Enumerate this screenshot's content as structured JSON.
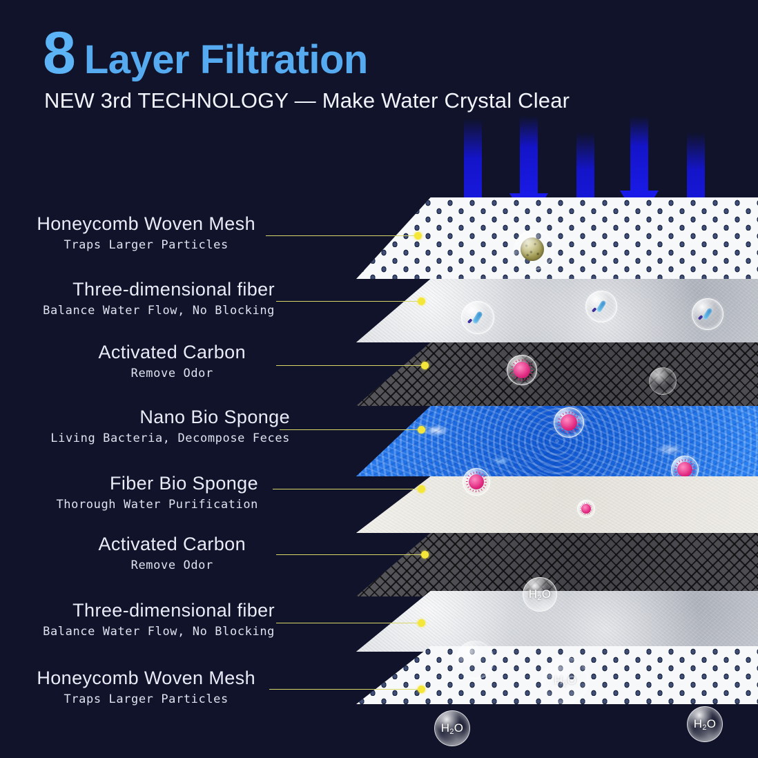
{
  "header": {
    "big_number": "8",
    "title": "Layer Filtration",
    "subtitle": "NEW 3rd TECHNOLOGY — Make Water Crystal Clear",
    "accent_color": "#55aaf0",
    "background_color": "#10132a"
  },
  "layers": [
    {
      "name": "Honeycomb Woven Mesh",
      "desc": "Traps Larger Particles",
      "texture": "honeycomb"
    },
    {
      "name": "Three-dimensional fiber",
      "desc": "Balance Water Flow, No Blocking",
      "texture": "fiber"
    },
    {
      "name": "Activated Carbon",
      "desc": "Remove Odor",
      "texture": "carbon"
    },
    {
      "name": "Nano Bio Sponge",
      "desc": "Living Bacteria, Decompose Feces",
      "texture": "nano-sponge"
    },
    {
      "name": "Fiber Bio Sponge",
      "desc": "Thorough Water Purification",
      "texture": "cream-foam"
    },
    {
      "name": "Activated Carbon",
      "desc": "Remove Odor",
      "texture": "carbon"
    },
    {
      "name": "Three-dimensional fiber",
      "desc": "Balance Water Flow, No Blocking",
      "texture": "fiber"
    },
    {
      "name": "Honeycomb Woven Mesh",
      "desc": "Traps Larger Particles",
      "texture": "honeycomb"
    }
  ],
  "callouts": {
    "leader_color": "#d8d86a",
    "dot_color": "#f5e73a"
  },
  "water_bubbles": {
    "label": "H2O",
    "formula_prefix": "H",
    "formula_sub": "2",
    "formula_suffix": "O"
  },
  "flow_arrows": {
    "count": 5,
    "color": "#1a1ae8",
    "direction": "down"
  },
  "contaminants": {
    "grit_particle": "trapped-debris",
    "bacteria": "rod-bacteria",
    "virus": "virus-particle"
  }
}
